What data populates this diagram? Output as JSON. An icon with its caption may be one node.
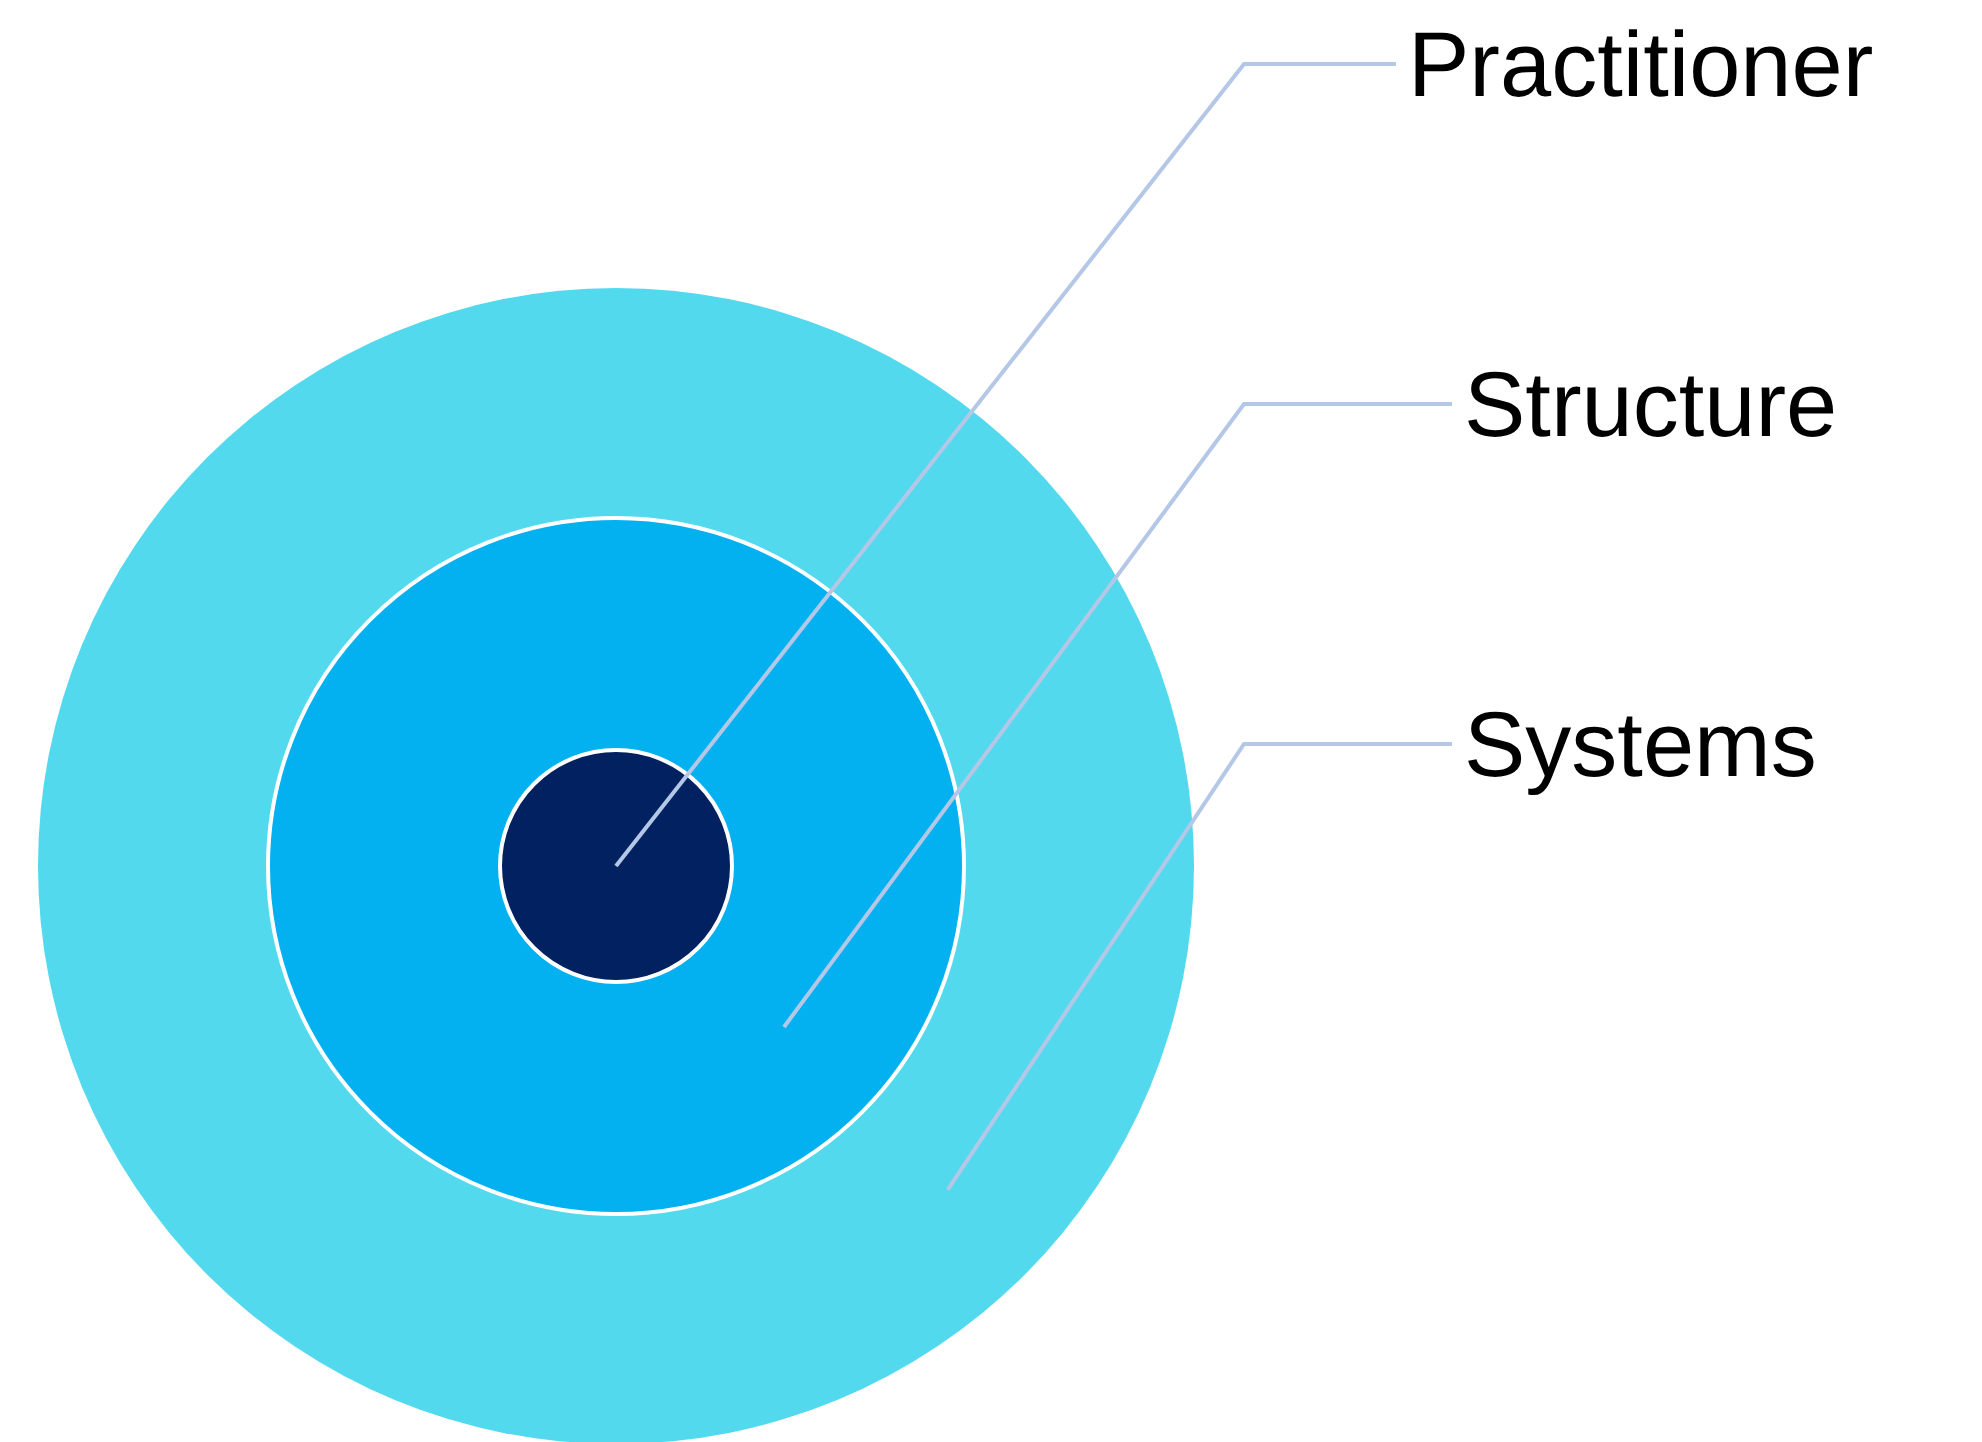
{
  "diagram": {
    "nodes": [
      {
        "text": [
          "Practitioner"
        ]
      },
      {
        "text": [
          "Structure"
        ]
      },
      {
        "text": [
          "Systems"
        ]
      },
      {
        "text": [],
        "shape": "circle"
      },
      {
        "text": [],
        "shape": "circle",
        "in": 3
      },
      {
        "text": [],
        "shape": "circle",
        "in": 4
      }
    ],
    "edges": [
      {
        "from": 0,
        "to": 5,
        "arrow": "none"
      },
      {
        "from": 1,
        "to": 4,
        "arrow": "none"
      },
      {
        "from": 2,
        "to": 3,
        "arrow": "none"
      }
    ]
  }
}
